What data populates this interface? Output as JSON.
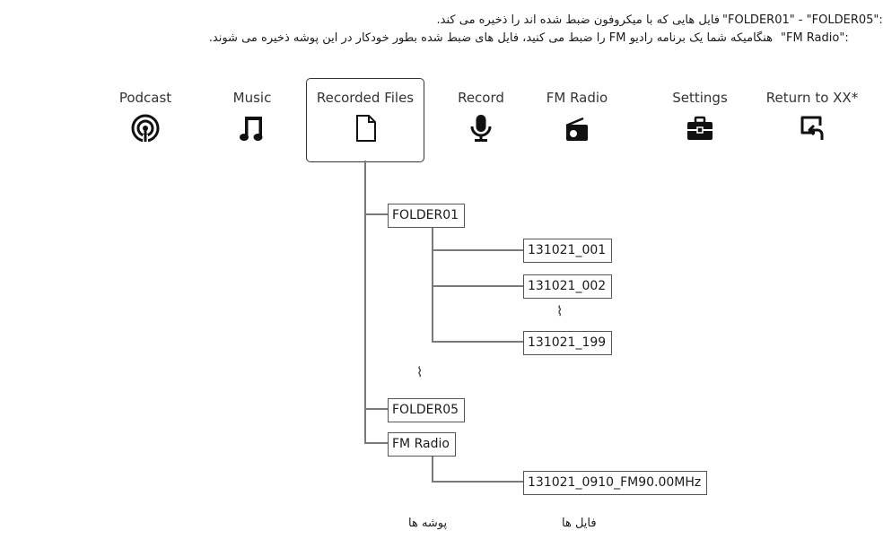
{
  "notes": {
    "line1_key": "\"FOLDER01\" - \"FOLDER05\":",
    "line1_text": "فایل هایی که با میکروفون ضبط شده اند را ذخیره می کند.",
    "line2_key": "\"FM Radio\":",
    "line2_text": "هنگامیکه شما یک برنامه رادیو FM را ضبط می کنید، فایل های ضبط شده بطور خودکار در این پوشه ذخیره می شوند."
  },
  "menu": [
    {
      "label": "Podcast",
      "icon": "podcast-icon"
    },
    {
      "label": "Music",
      "icon": "music-note-icon"
    },
    {
      "label": "Recorded Files",
      "icon": "document-icon",
      "selected": true
    },
    {
      "label": "Record",
      "icon": "microphone-icon"
    },
    {
      "label": "FM Radio",
      "icon": "radio-icon"
    },
    {
      "label": "Settings",
      "icon": "toolbox-icon"
    },
    {
      "label": "Return to XX*",
      "icon": "return-icon"
    }
  ],
  "tree": {
    "folder01": "FOLDER01",
    "files01": [
      "131021_001",
      "131021_002",
      "131021_199"
    ],
    "folder05": "FOLDER05",
    "fm_folder": "FM Radio",
    "fm_file": "131021_0910_FM90.00MHz",
    "ellipsis": "⌇"
  },
  "footer": {
    "folders_label": "پوشه ها",
    "files_label": "فایل ها"
  }
}
